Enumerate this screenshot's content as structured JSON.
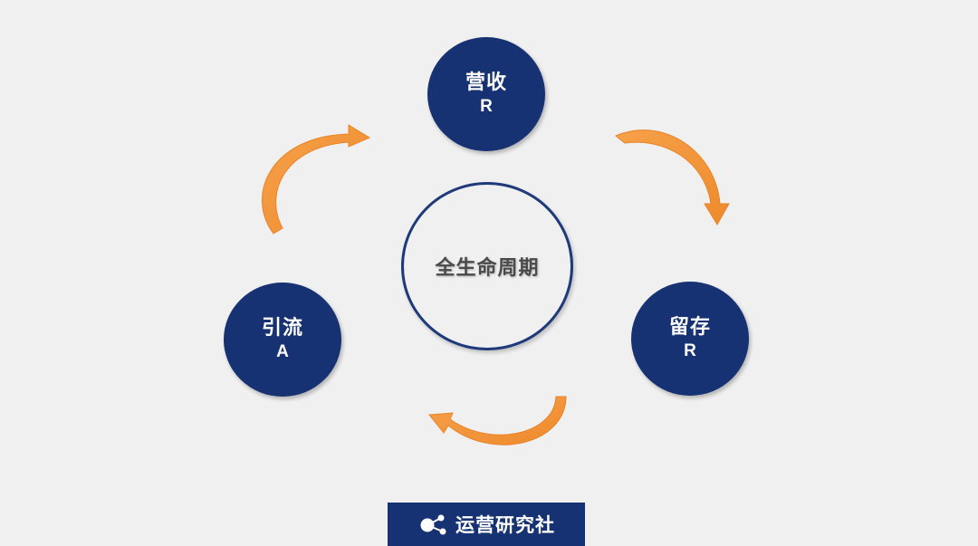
{
  "diagram": {
    "center_label": "全生命周期",
    "nodes": {
      "revenue": {
        "cn": "营收",
        "en": "R"
      },
      "retention": {
        "cn": "留存",
        "en": "R"
      },
      "acquisition": {
        "cn": "引流",
        "en": "A"
      }
    }
  },
  "brand": {
    "name": "运营研究社",
    "icon": "molecule-logo-icon"
  },
  "colors": {
    "node_fill": "#163272",
    "arrow": "#f0953a",
    "background": "#f1f0f1"
  }
}
